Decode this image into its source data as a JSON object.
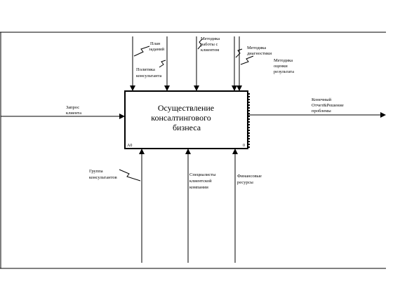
{
  "diagram": {
    "function_box": {
      "title_lines": [
        "Осуществление",
        "консалтингового",
        "бизнеса"
      ],
      "node_id": "A0",
      "corner_mark": "0"
    },
    "controls": [
      {
        "label_lines": [
          "План",
          "заданий"
        ]
      },
      {
        "label_lines": [
          "Политика",
          "консультанта"
        ]
      },
      {
        "label_lines": [
          "Методика",
          "работы с",
          "клиентом"
        ]
      },
      {
        "label_lines": [
          "Методика",
          "диагностики"
        ]
      },
      {
        "label_lines": [
          "Методика",
          "оценки",
          "результата"
        ]
      }
    ],
    "input": {
      "label_lines": [
        "Запрос",
        "клиента"
      ]
    },
    "output": {
      "label_lines": [
        "Конечный",
        "Отчет&Решение",
        "проблемы"
      ]
    },
    "mechanisms": [
      {
        "label_lines": [
          "Группа",
          "консультантов"
        ]
      },
      {
        "label_lines": [
          "Специалисты",
          "клиентской",
          "компании"
        ]
      },
      {
        "label_lines": [
          "Финансовые",
          "ресурсы"
        ]
      }
    ]
  }
}
